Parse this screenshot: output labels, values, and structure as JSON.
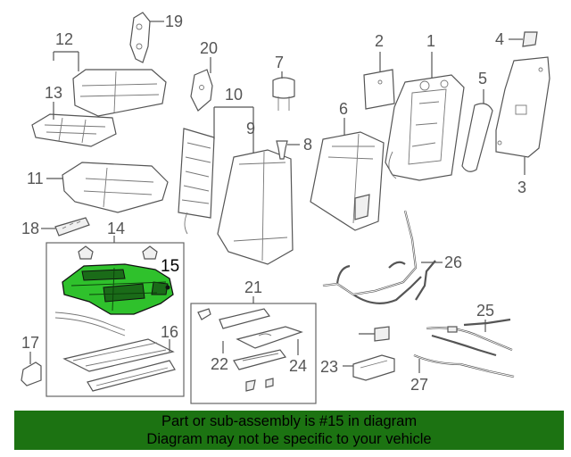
{
  "callouts": {
    "c1": "1",
    "c2": "2",
    "c3": "3",
    "c4": "4",
    "c5": "5",
    "c6": "6",
    "c7": "7",
    "c8": "8",
    "c9": "9",
    "c10": "10",
    "c11": "11",
    "c12": "12",
    "c13": "13",
    "c14": "14",
    "c15": "15",
    "c16": "16",
    "c17": "17",
    "c18": "18",
    "c19": "19",
    "c20": "20",
    "c21": "21",
    "c22": "22",
    "c23": "23",
    "c24": "24",
    "c25": "25",
    "c26": "26",
    "c27": "27"
  },
  "highlighted_part": "15",
  "colors": {
    "highlight": "#2fc12c",
    "banner": "#1c7312"
  },
  "banner": {
    "line1": "Part or sub-assembly is #15 in diagram",
    "line2": "Diagram may not be specific to your vehicle"
  }
}
